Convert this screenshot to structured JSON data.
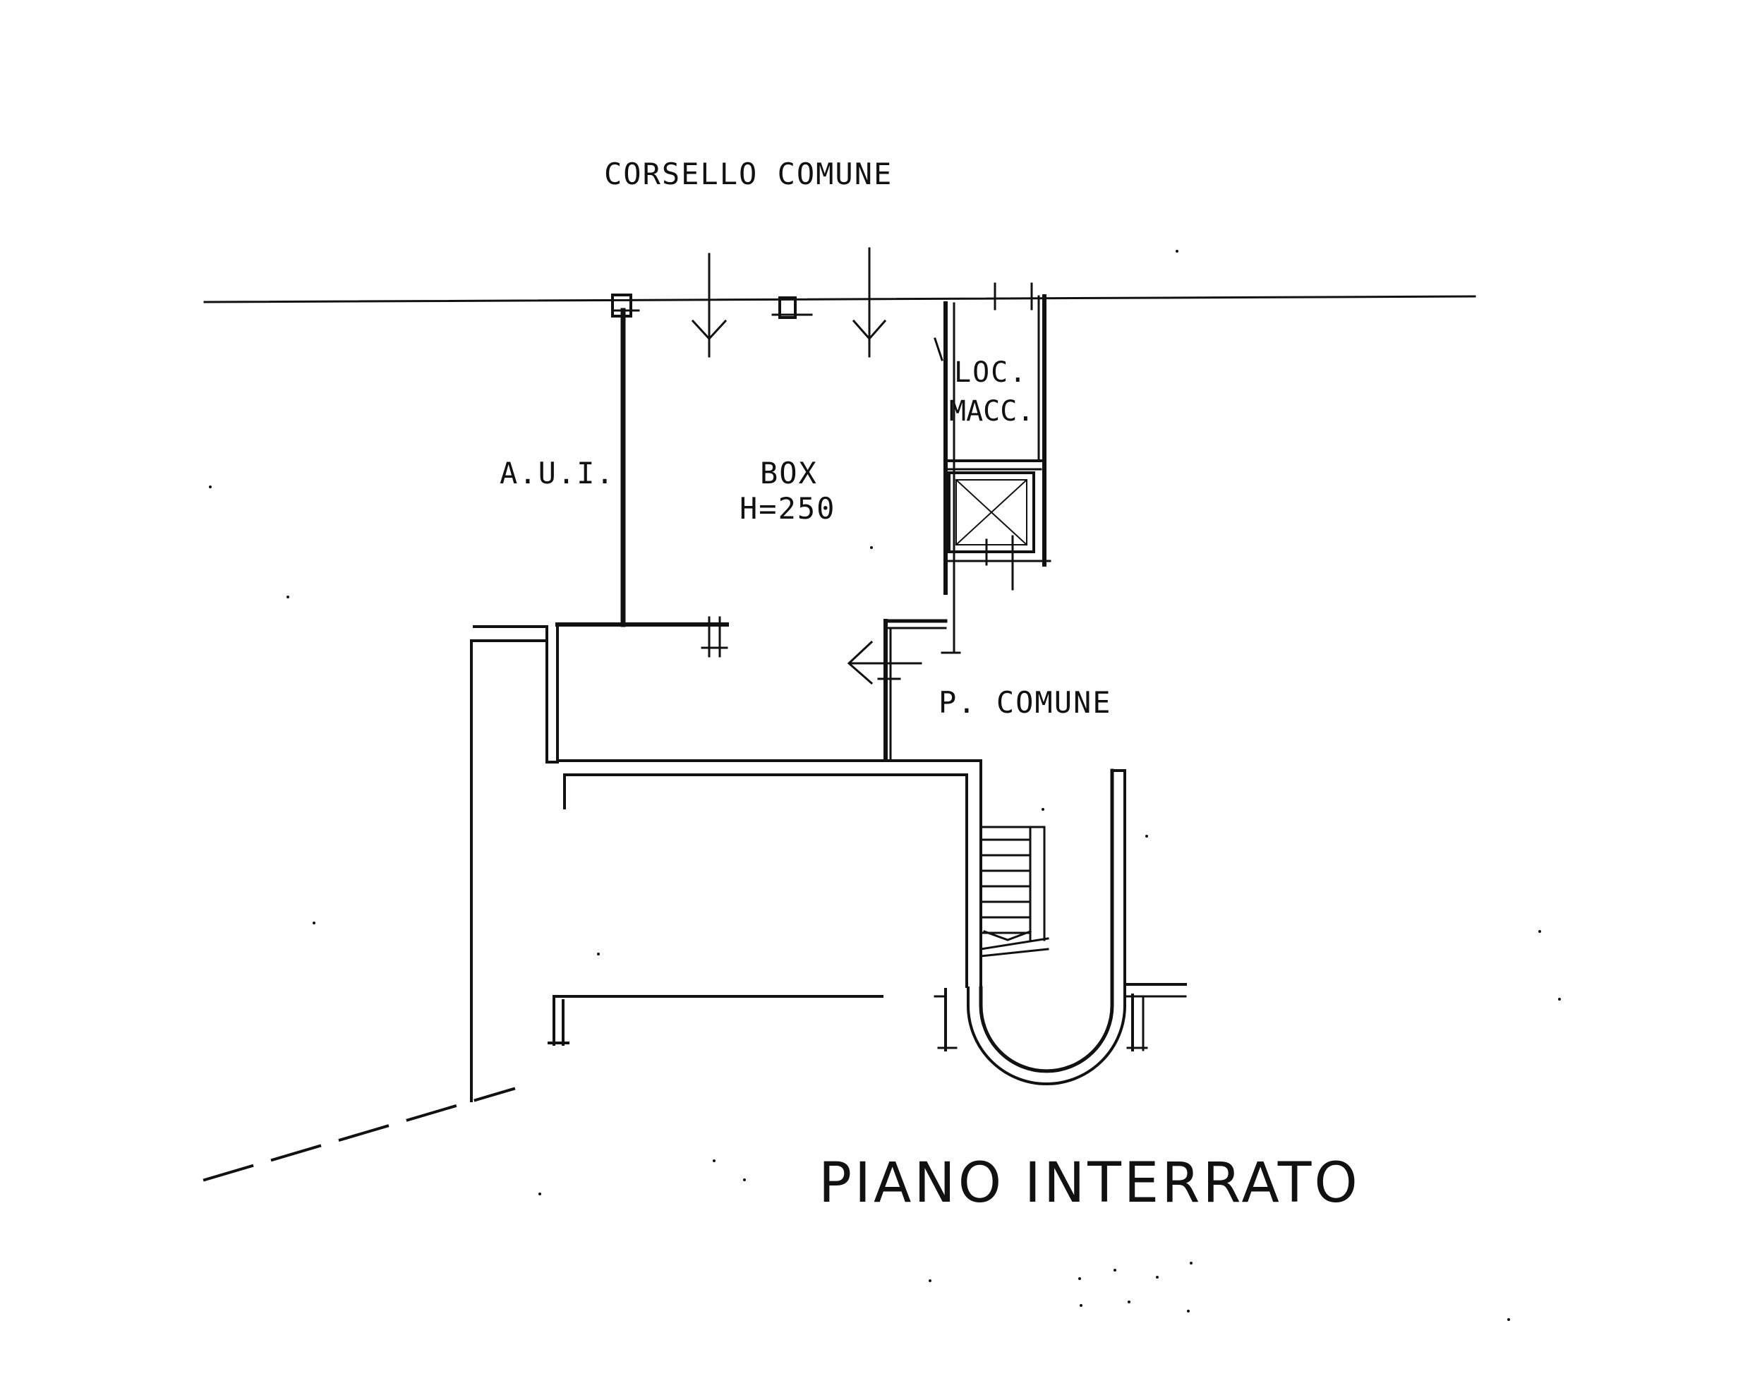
{
  "drawing": {
    "title": "PIANO INTERRATO",
    "labels": {
      "corridor": "CORSELLO COMUNE",
      "aui": "A.U.I.",
      "box_name": "BOX",
      "box_height": "H=250",
      "loc_line1": "LOC.",
      "loc_line2": "MACC.",
      "p_comune": "P. COMUNE"
    },
    "colors": {
      "ink": "#111111",
      "paper": "#ffffff"
    },
    "symbols": [
      "elevator-shaft-icon",
      "staircase-icon",
      "door-arrow-icon"
    ]
  }
}
